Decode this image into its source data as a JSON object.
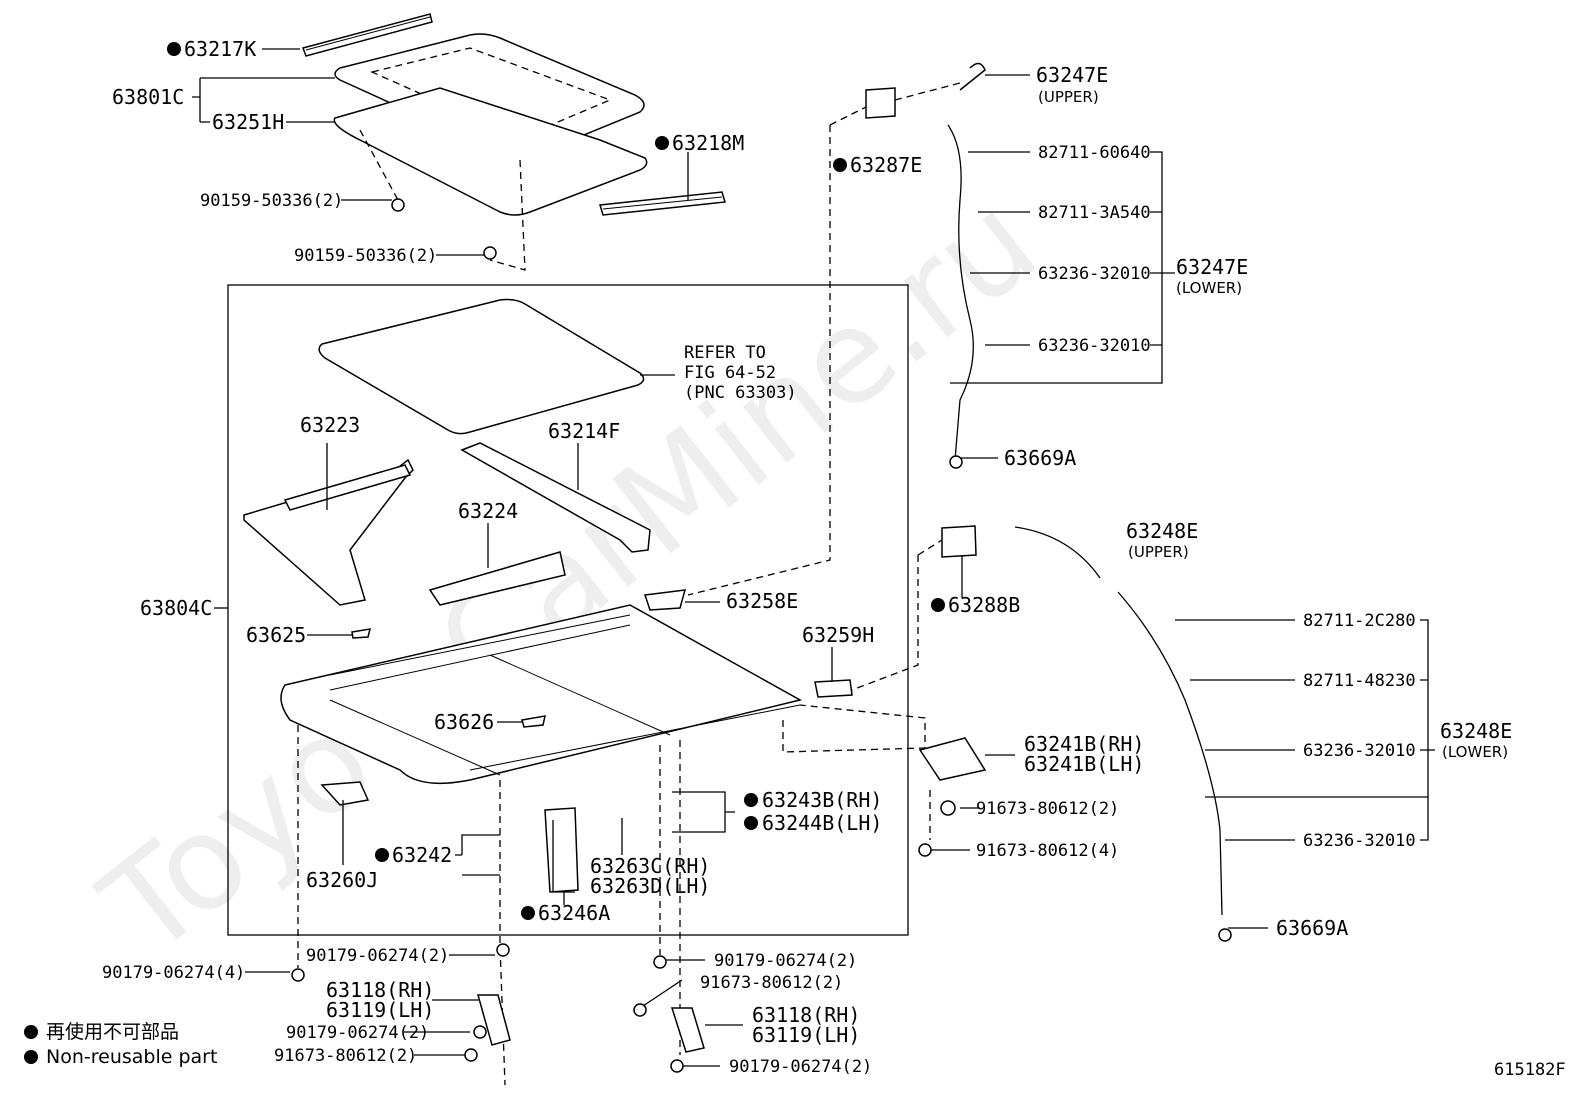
{
  "watermark": "ToyotaCarMine.ru",
  "figure_id": "615182F",
  "legend": {
    "marker": "●",
    "line1": "再使用不可部品",
    "line2": "Non-reusable part"
  },
  "labels": {
    "p63217K": "63217K",
    "p63801C": "63801C",
    "p63251H": "63251H",
    "p63218M": "63218M",
    "p90159_1": "90159-50336(2)",
    "p90159_2": "90159-50336(2)",
    "p63247E_up": "63247E",
    "p63247E_up_sub": "(UPPER)",
    "p63287E": "63287E",
    "p82711_60640": "82711-60640",
    "p82711_3A540": "82711-3A540",
    "p63236_a": "63236-32010",
    "p63236_b": "63236-32010",
    "p63247E_low": "63247E",
    "p63247E_low_sub": "(LOWER)",
    "p63669A_1": "63669A",
    "refer1": "REFER TO",
    "refer2": "FIG 64-52",
    "refer3": "(PNC 63303)",
    "p63223": "63223",
    "p63214F": "63214F",
    "p63224": "63224",
    "p63804C": "63804C",
    "p63258E": "63258E",
    "p63625": "63625",
    "p63259H": "63259H",
    "p63626": "63626",
    "p63248E_up": "63248E",
    "p63248E_up_sub": "(UPPER)",
    "p63288B": "63288B",
    "p82711_2C280": "82711-2C280",
    "p82711_48230": "82711-48230",
    "p63236_c": "63236-32010",
    "p63236_d": "63236-32010",
    "p63248E_low": "63248E",
    "p63248E_low_sub": "(LOWER)",
    "p63669A_2": "63669A",
    "p63241B_rh": "63241B(RH)",
    "p63241B_lh": "63241B(LH)",
    "p91673_2": "91673-80612(2)",
    "p91673_4": "91673-80612(4)",
    "p63243B": "63243B(RH)",
    "p63244B": "63244B(LH)",
    "p63242": "63242",
    "p63263C": "63263C(RH)",
    "p63263D": "63263D(LH)",
    "p63260J": "63260J",
    "p63246A": "63246A",
    "p90179_a": "90179-06274(2)",
    "p90179_b": "90179-06274(4)",
    "p90179_c": "90179-06274(2)",
    "p91673_c": "91673-80612(2)",
    "p63118_l": "63118(RH)",
    "p63119_l": "63119(LH)",
    "p90179_d": "90179-06274(2)",
    "p91673_d": "91673-80612(2)",
    "p63118_r": "63118(RH)",
    "p63119_r": "63119(LH)",
    "p90179_e": "90179-06274(2)"
  }
}
